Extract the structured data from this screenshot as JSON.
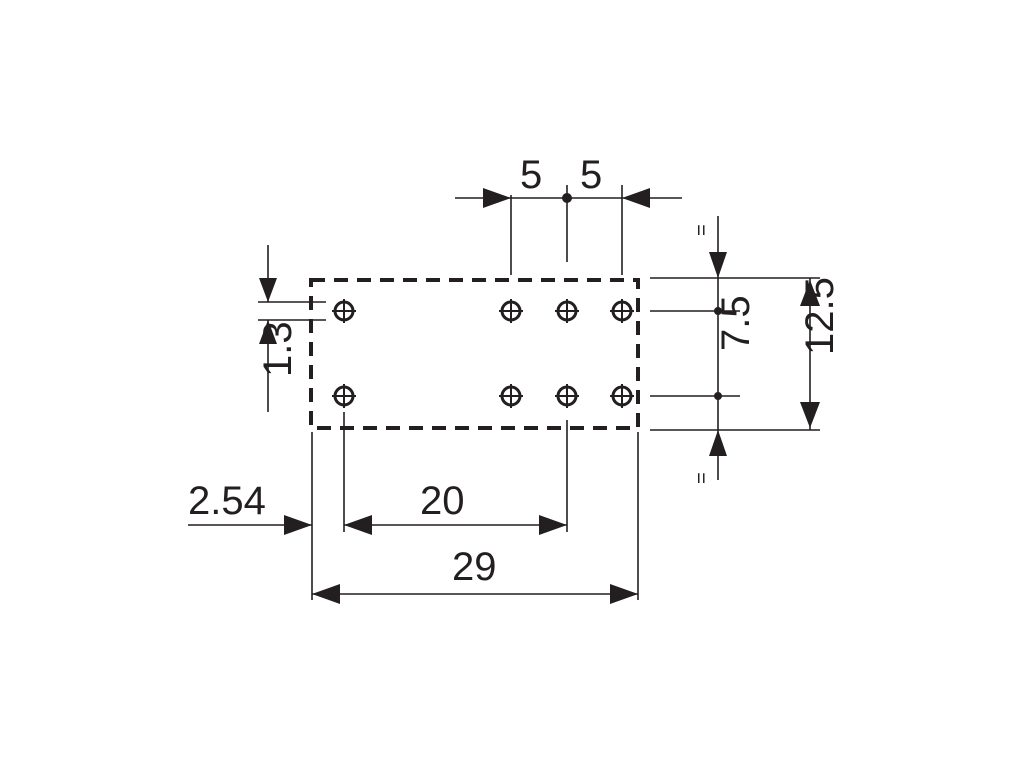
{
  "diagram": {
    "labels": {
      "pitch_left": "5",
      "pitch_right": "5",
      "pin_offset": "1.3",
      "row_spacing": "7.5",
      "width": "12.5",
      "edge_offset": "2.54",
      "pin_span": "20",
      "length": "29",
      "equal_top": "=",
      "equal_bottom": "="
    },
    "colors": {
      "ink": "#231f20",
      "background": "#ffffff"
    }
  }
}
